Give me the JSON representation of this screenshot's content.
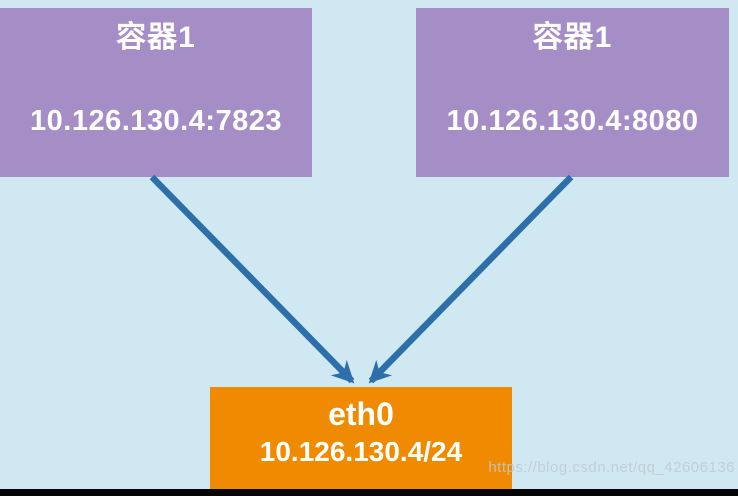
{
  "diagram": {
    "background_color": "#cfe8f2",
    "nodes": {
      "container_left": {
        "title": "容器1",
        "address": "10.126.130.4:7823",
        "color": "#a58dc6"
      },
      "container_right": {
        "title": "容器1",
        "address": "10.126.130.4:8080",
        "color": "#a58dc6"
      },
      "eth0": {
        "title": "eth0",
        "address": "10.126.130.4/24",
        "color": "#f08a00"
      }
    },
    "edges": [
      {
        "from": "container_left",
        "to": "eth0"
      },
      {
        "from": "container_right",
        "to": "eth0"
      }
    ],
    "arrow_color": "#2d6fa9",
    "watermark": {
      "text": "https://blog.csdn.net/qq_42606136"
    }
  }
}
